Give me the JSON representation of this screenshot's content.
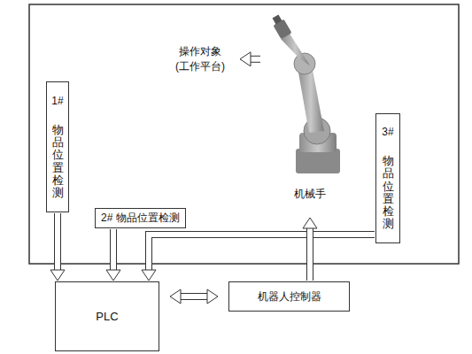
{
  "diagram": {
    "nodes": [
      {
        "text": [
          "操作对象 (工作平台)"
        ]
      },
      {
        "text": [
          "机械手"
        ]
      },
      {
        "text": [
          "1#",
          "物品位置检测"
        ]
      },
      {
        "text": [
          "3#",
          "物品位置检测"
        ]
      },
      {
        "text": [
          "2# 物品位置检测"
        ]
      },
      {
        "text": [
          "PLC"
        ]
      },
      {
        "text": [
          "机器人控制器"
        ]
      }
    ],
    "edges": [
      {
        "from": 1,
        "to": 0,
        "arrow": "to"
      },
      {
        "from": 2,
        "to": 5,
        "arrow": "to"
      },
      {
        "from": 4,
        "to": 5,
        "arrow": "to"
      },
      {
        "from": 3,
        "to": 5,
        "arrow": "to"
      },
      {
        "from": 5,
        "to": 6,
        "arrow": "both"
      },
      {
        "from": 6,
        "to": 1,
        "arrow": "to"
      }
    ]
  }
}
